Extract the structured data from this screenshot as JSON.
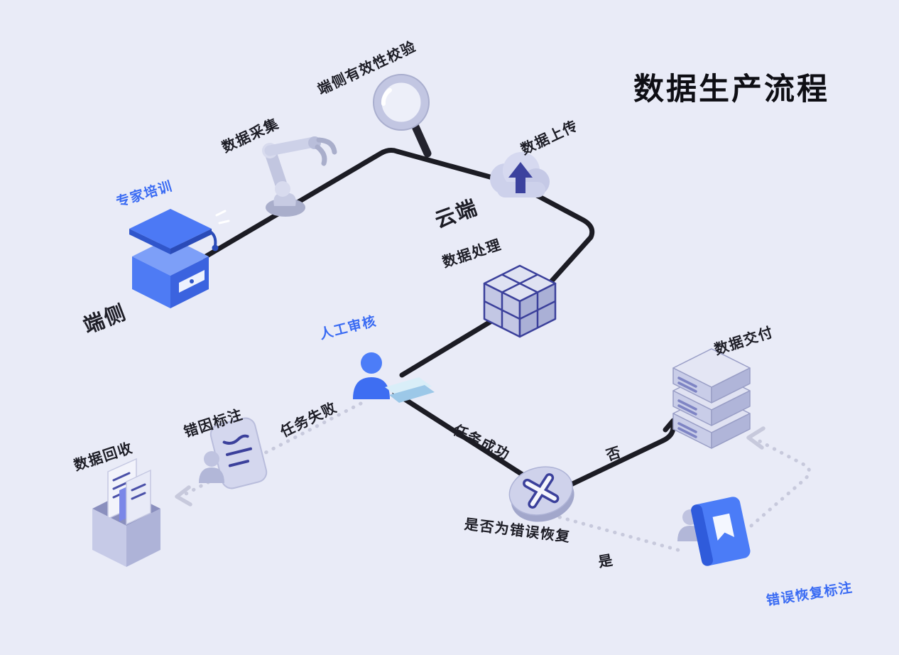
{
  "title": "数据生产流程",
  "zones": {
    "device_side": "端侧",
    "cloud_side": "云端"
  },
  "nodes": {
    "expert_training": "专家培训",
    "data_collection": "数据采集",
    "device_validation": "端侧有效性校验",
    "data_upload": "数据上传",
    "data_processing": "数据处理",
    "manual_review": "人工审核",
    "error_cause_annotation": "错因标注",
    "data_recycling": "数据回收",
    "decision_is_error_recovery": "是否为错误恢复",
    "data_delivery": "数据交付",
    "error_recovery_annotation": "错误恢复标注"
  },
  "edges": {
    "task_failed": "任务失败",
    "task_success": "任务成功",
    "no": "否",
    "yes": "是"
  },
  "icons": {
    "expert_training": "graduation-cap-icon",
    "data_collection": "robot-arm-icon",
    "device_validation": "magnifier-icon",
    "data_upload": "cloud-upload-icon",
    "data_processing": "cube-blocks-icon",
    "manual_review": "person-laptop-icon",
    "decision": "x-coin-icon",
    "data_delivery": "server-stack-icon",
    "error_cause_annotation": "person-document-icon",
    "data_recycling": "document-box-icon",
    "error_recovery_annotation": "person-book-icon"
  },
  "colors": {
    "background": "#E9EBF7",
    "accent_blue": "#3A6BF3",
    "flow_line": "#1C1C24",
    "dotted_line": "#C7C9DC",
    "icon_lavender": "#C9CCE8",
    "icon_navy": "#3B409B",
    "icon_blue": "#4B7CF7"
  }
}
